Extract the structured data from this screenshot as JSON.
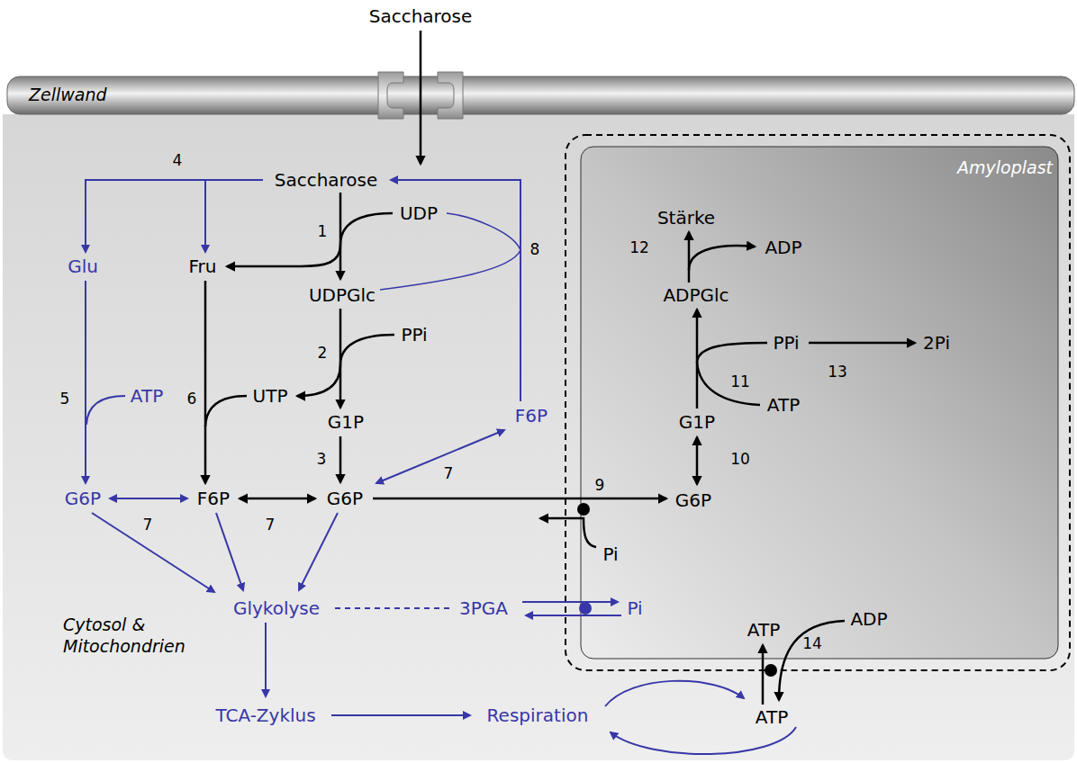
{
  "diagram": {
    "nodes": [
      {
        "text": [
          "Zellwand"
        ]
      },
      {
        "text": [
          "Cytosol & Mitochondrien"
        ]
      },
      {
        "text": [
          "Amyloplast"
        ],
        "in": 1
      }
    ],
    "labels": [
      "Saccharose",
      "Saccharose",
      "4",
      "Glu",
      "Fru",
      "1",
      "UDP",
      "8",
      "Stärke",
      "12",
      "ADP",
      "UDPGlc",
      "ADPGlc",
      "PPi",
      "2",
      "PPi",
      "13",
      "2Pi",
      "11",
      "5",
      "ATP",
      "6",
      "UTP",
      "G1P",
      "F6P",
      "ATP",
      "G1P",
      "3",
      "10",
      "7",
      "9",
      "G6P",
      "F6P",
      "G6P",
      "G6P",
      "7",
      "7",
      "Pi",
      "Glykolyse",
      "3PGA",
      "Pi",
      "ADP",
      "ATP",
      "14",
      "TCA-Zyklus",
      "Respiration",
      "ATP"
    ]
  }
}
